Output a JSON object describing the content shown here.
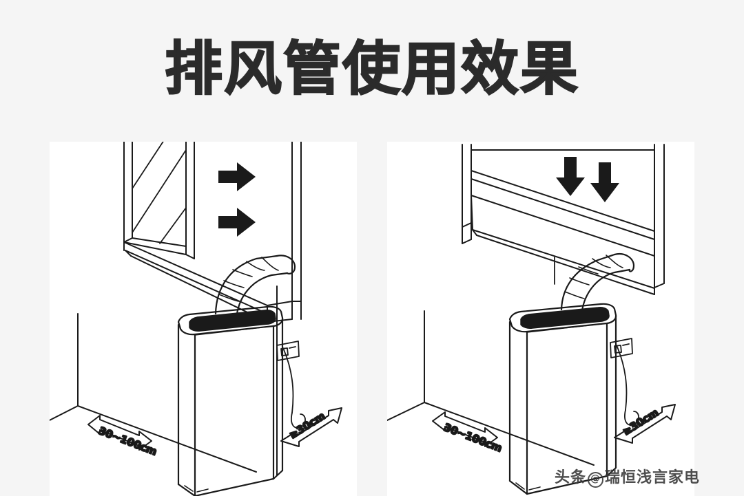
{
  "page": {
    "background_color": "#f5f5f5",
    "panel_color": "#ffffff",
    "line_color": "#1a1a1a",
    "title": "排风管使用效果"
  },
  "watermark": {
    "prefix": "头条",
    "at_symbol": "@",
    "handle": "瑞恒浅言家电"
  },
  "panels": [
    {
      "id": "left",
      "name": "sliding-window-horizontal",
      "window_type": "horizontal sliding window",
      "airflow_arrows": 2,
      "airflow_direction": "right",
      "dimensions": {
        "wall_clearance_label": "30~100cm",
        "side_clearance_label": "≥30cm"
      }
    },
    {
      "id": "right",
      "name": "sliding-window-vertical",
      "window_type": "vertical sliding / top hung window",
      "airflow_arrows": 2,
      "airflow_direction": "down",
      "dimensions": {
        "wall_clearance_label": "30~100cm",
        "side_clearance_label": "≥30cm"
      }
    }
  ],
  "labels": {
    "wall_clearance": "30~100cm",
    "side_clearance": "≥30cm"
  }
}
